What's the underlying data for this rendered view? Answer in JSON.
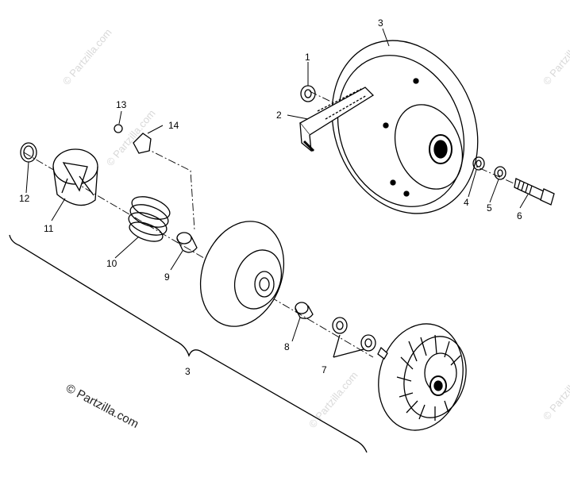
{
  "diagram": {
    "callouts": [
      "1",
      "2",
      "3",
      "3",
      "4",
      "5",
      "6",
      "7",
      "8",
      "9",
      "10",
      "11",
      "12",
      "13",
      "14"
    ],
    "watermark": "© Partzilla.com"
  }
}
